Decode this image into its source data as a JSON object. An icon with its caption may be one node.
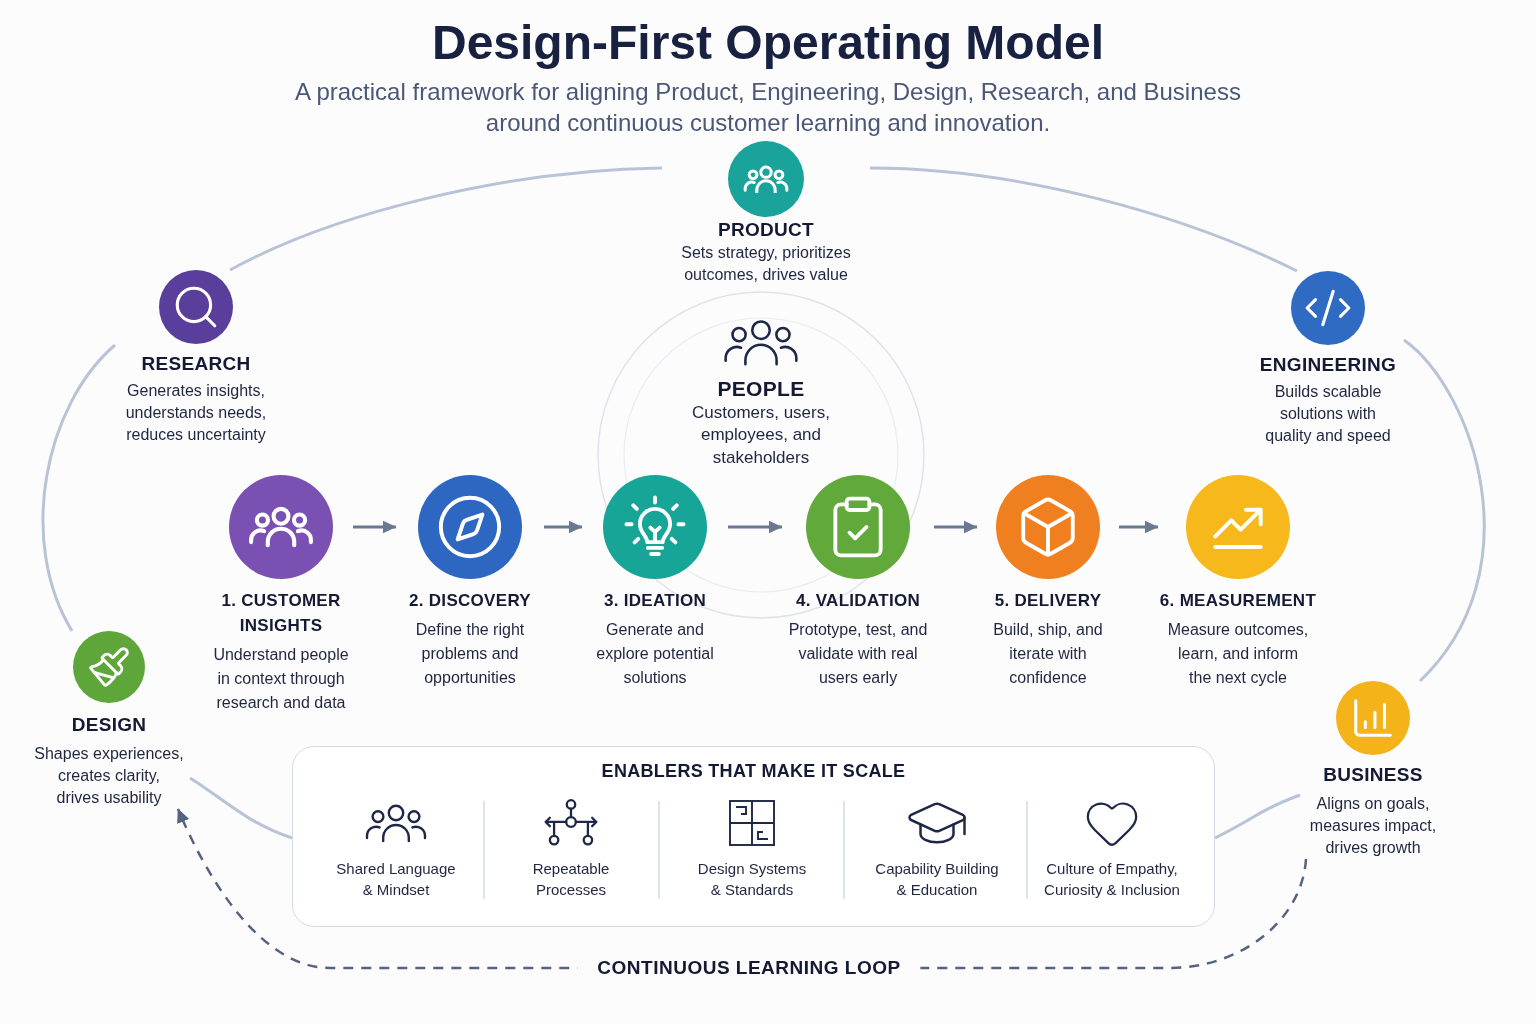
{
  "diagram": {
    "title": "Design-First Operating Model",
    "nodes": [
      {
        "text": [
          "PRODUCT",
          "Sets strategy, prioritizes outcomes, drives value"
        ]
      },
      {
        "text": [
          "RESEARCH",
          "Generates insights, understands needs, reduces uncertainty"
        ]
      },
      {
        "text": [
          "ENGINEERING",
          "Builds scalable solutions with quality and speed"
        ]
      },
      {
        "text": [
          "PEOPLE",
          "Customers, users, employees, and stakeholders"
        ]
      },
      {
        "text": [
          "1. CUSTOMER INSIGHTS",
          "Understand people in context through research and data"
        ]
      },
      {
        "text": [
          "2. DISCOVERY",
          "Define the right problems and opportunities"
        ]
      },
      {
        "text": [
          "3. IDEATION",
          "Generate and explore potential solutions"
        ]
      },
      {
        "text": [
          "4. VALIDATION",
          "Prototype, test, and validate with real users early"
        ]
      },
      {
        "text": [
          "5. DELIVERY",
          "Build, ship, and iterate with confidence"
        ]
      },
      {
        "text": [
          "6. MEASUREMENT",
          "Measure outcomes, learn, and inform the next cycle"
        ]
      },
      {
        "text": [
          "DESIGN",
          "Shapes experiences, creates clarity, drives usability"
        ]
      },
      {
        "text": [
          "BUSINESS",
          "Aligns on goals, measures impact, drives growth"
        ]
      },
      {
        "text": [
          "ENABLERS THAT MAKE IT SCALE"
        ]
      },
      {
        "text": [
          "Shared Language & Mindset"
        ],
        "in": 12
      },
      {
        "text": [
          "Repeatable Processes"
        ],
        "in": 12
      },
      {
        "text": [
          "Design Systems & Standards"
        ],
        "in": 12
      },
      {
        "text": [
          "Capability Building & Education"
        ],
        "in": 12
      },
      {
        "text": [
          "Culture of Empathy, Curiosity & Inclusion"
        ],
        "in": 12
      }
    ],
    "edges": [
      {
        "from": 1,
        "to": 0,
        "arrow": "none"
      },
      {
        "from": 0,
        "to": 2,
        "arrow": "none"
      },
      {
        "from": 1,
        "to": 10,
        "arrow": "none"
      },
      {
        "from": 2,
        "to": 11,
        "arrow": "none"
      },
      {
        "from": 4,
        "to": 5,
        "arrow": "to",
        "color": "#6b7891"
      },
      {
        "from": 5,
        "to": 6,
        "arrow": "to",
        "color": "#6b7891"
      },
      {
        "from": 6,
        "to": 7,
        "arrow": "to",
        "color": "#6b7891"
      },
      {
        "from": 7,
        "to": 8,
        "arrow": "to",
        "color": "#6b7891"
      },
      {
        "from": 8,
        "to": 9,
        "arrow": "to",
        "color": "#6b7891"
      },
      {
        "from": 10,
        "to": 12,
        "arrow": "none"
      },
      {
        "from": 11,
        "to": 12,
        "arrow": "none"
      },
      {
        "from": 11,
        "to": 10,
        "arrow": "to",
        "label": "CONTINUOUS LEARNING LOOP",
        "style": "dashed",
        "color": "#56637e"
      }
    ],
    "labels": [
      "A practical framework for aligning Product, Engineering, Design, Research, and Business around continuous customer learning and innovation."
    ]
  }
}
